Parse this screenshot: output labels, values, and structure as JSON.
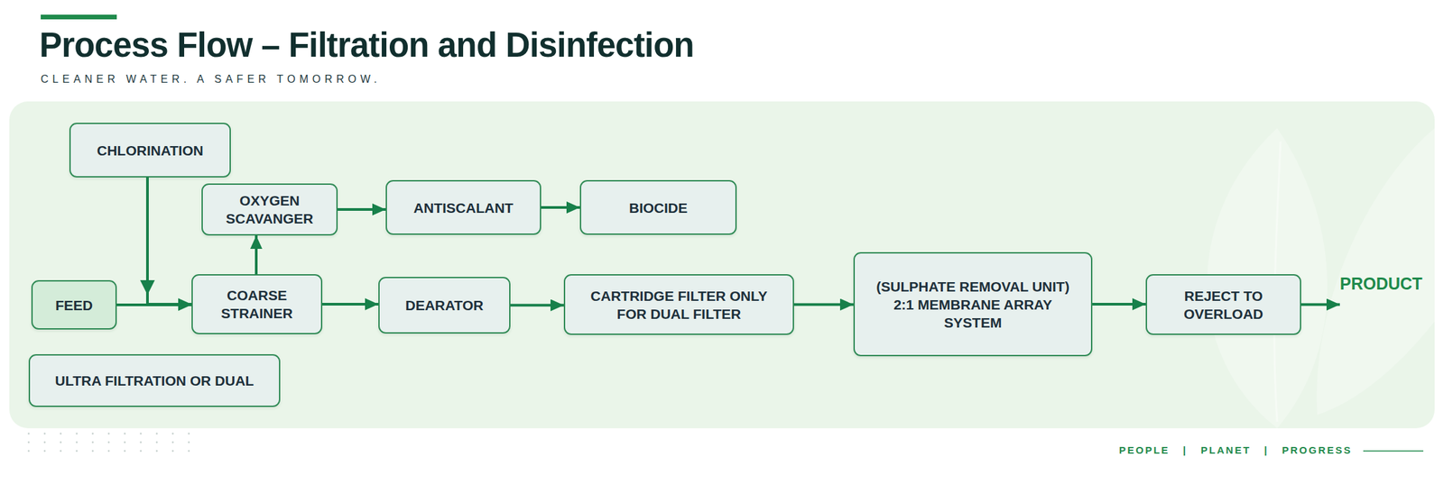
{
  "diagram": {
    "title": "Process Flow – Filtration and Disinfection",
    "nodes": [
      {
        "text": [
          "CHLORINATION"
        ]
      },
      {
        "text": [
          "OXYGEN SCAVANGER"
        ]
      },
      {
        "text": [
          "ANTISCALANT"
        ]
      },
      {
        "text": [
          "BIOCIDE"
        ]
      },
      {
        "text": [
          "FEED"
        ]
      },
      {
        "text": [
          "COARSE STRAINER"
        ]
      },
      {
        "text": [
          "DEARATOR"
        ]
      },
      {
        "text": [
          "CARTRIDGE FILTER ONLY FOR DUAL FILTER"
        ]
      },
      {
        "text": [
          "(SULPHATE REMOVAL UNIT) 2:1 MEMBRANE ARRAY SYSTEM"
        ]
      },
      {
        "text": [
          "REJECT TO OVERLOAD"
        ]
      },
      {
        "text": [
          "PRODUCT"
        ]
      },
      {
        "text": [
          "ULTRA FILTRATION OR DUAL"
        ]
      }
    ],
    "edges": [
      {
        "from": 4,
        "to": 5,
        "arrow": "to"
      },
      {
        "from": 0,
        "to": 5,
        "arrow": "to"
      },
      {
        "from": 5,
        "to": 1,
        "arrow": "to"
      },
      {
        "from": 1,
        "to": 2,
        "arrow": "to"
      },
      {
        "from": 2,
        "to": 3,
        "arrow": "to"
      },
      {
        "from": 5,
        "to": 6,
        "arrow": "to"
      },
      {
        "from": 6,
        "to": 7,
        "arrow": "to"
      },
      {
        "from": 7,
        "to": 8,
        "arrow": "to"
      },
      {
        "from": 8,
        "to": 9,
        "arrow": "to"
      },
      {
        "from": 9,
        "to": 10,
        "arrow": "to"
      }
    ],
    "labels": [
      "CLEANER WATER. A SAFER TOMORROW.",
      "PEOPLE",
      "|",
      "PLANET",
      "|",
      "PROGRESS"
    ]
  }
}
